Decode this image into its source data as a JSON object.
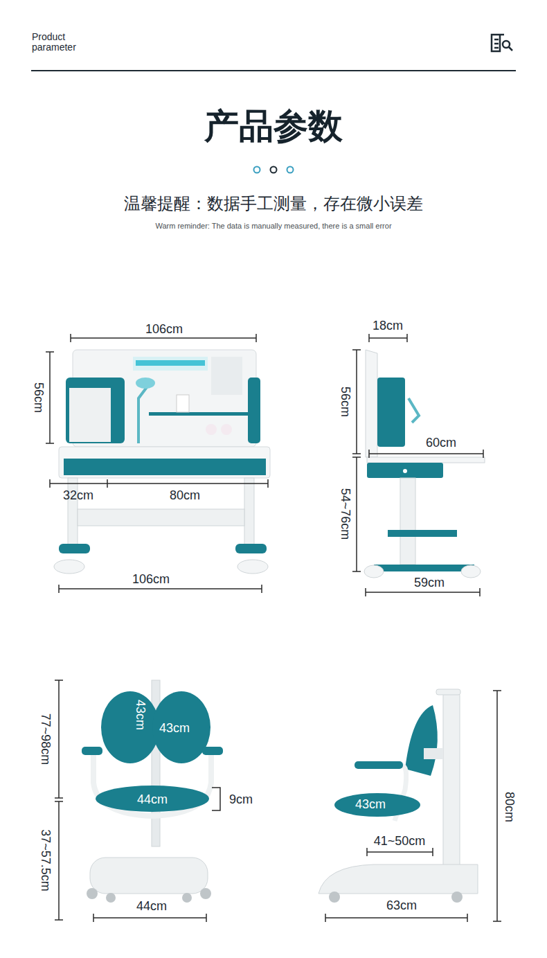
{
  "diagram": {
    "title": "产品参数",
    "labels": [
      "Product parameter",
      "温馨提醒：数据手工测量，存在微小误差",
      "Warm reminder: The data is manually measured, there is a small error",
      "106cm",
      "18cm",
      "56cm",
      "56cm",
      "60cm",
      "32cm",
      "80cm",
      "54~76cm",
      "106cm",
      "59cm",
      "77~98cm",
      "43cm",
      "43cm",
      "44cm",
      "9cm",
      "80cm",
      "43cm",
      "37~57.5cm",
      "41~50cm",
      "44cm",
      "63cm"
    ]
  }
}
